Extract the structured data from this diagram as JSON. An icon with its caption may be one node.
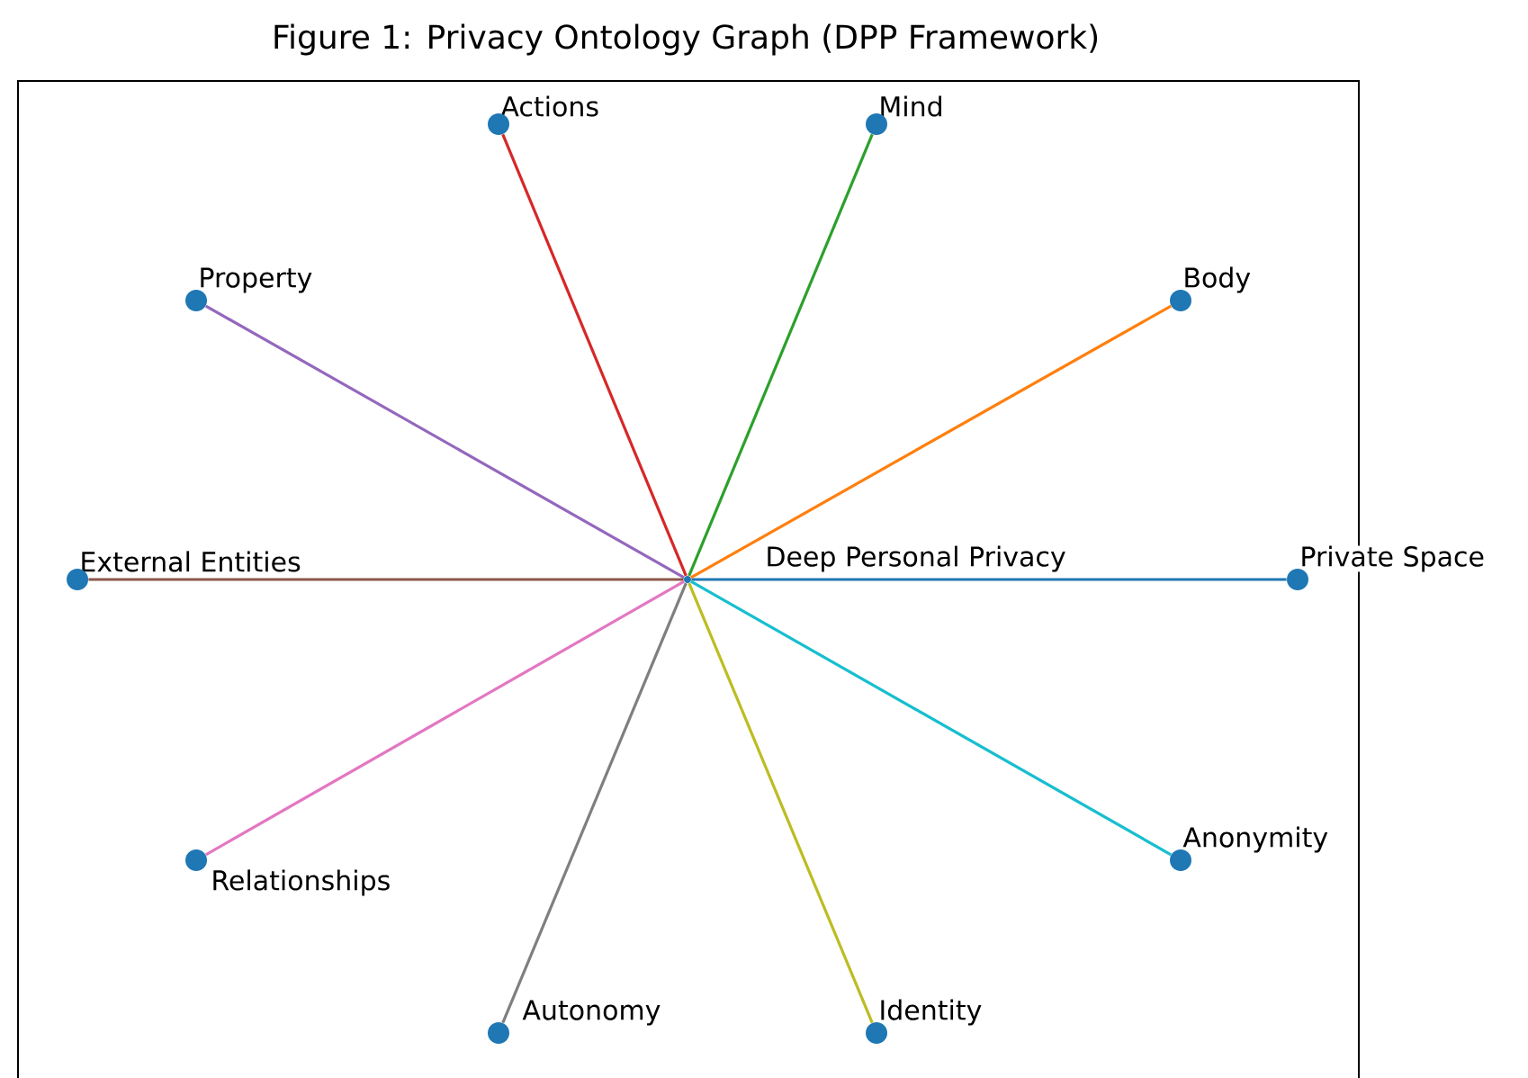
{
  "diagram": {
    "title": "Figure 1: Privacy Ontology Graph (DPP Framework)",
    "nodes": [
      {
        "text": [
          "Actions"
        ]
      },
      {
        "text": [
          "Mind"
        ]
      },
      {
        "text": [
          "Property"
        ]
      },
      {
        "text": [
          "Body"
        ]
      },
      {
        "text": [
          "External Entities"
        ]
      },
      {
        "text": [
          "Deep Personal Privacy"
        ]
      },
      {
        "text": [
          "Private Space"
        ]
      },
      {
        "text": [
          "Relationships"
        ]
      },
      {
        "text": [
          "Anonymity"
        ]
      },
      {
        "text": [
          "Autonomy"
        ]
      },
      {
        "text": [
          "Identity"
        ]
      }
    ],
    "edges": [
      {
        "from": 5,
        "to": 6,
        "arrow": "none",
        "color": "#1f77b4"
      },
      {
        "from": 5,
        "to": 3,
        "arrow": "none",
        "color": "#ff7f0e"
      },
      {
        "from": 5,
        "to": 1,
        "arrow": "none",
        "color": "#2ca02c"
      },
      {
        "from": 5,
        "to": 0,
        "arrow": "none",
        "color": "#d62728"
      },
      {
        "from": 5,
        "to": 2,
        "arrow": "none",
        "color": "#9467bd"
      },
      {
        "from": 5,
        "to": 4,
        "arrow": "none",
        "color": "#8c564b"
      },
      {
        "from": 5,
        "to": 7,
        "arrow": "none",
        "color": "#e377c2"
      },
      {
        "from": 5,
        "to": 9,
        "arrow": "none",
        "color": "#7f7f7f"
      },
      {
        "from": 5,
        "to": 10,
        "arrow": "none",
        "color": "#bcbd22"
      },
      {
        "from": 5,
        "to": 8,
        "arrow": "none",
        "color": "#17becf"
      }
    ]
  }
}
